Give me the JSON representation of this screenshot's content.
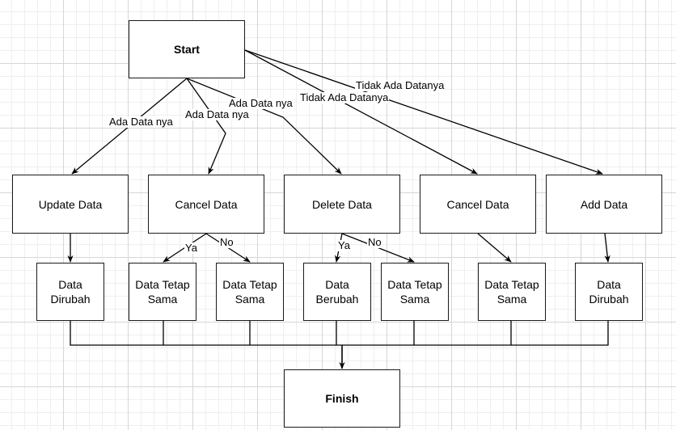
{
  "diagram": {
    "nodes": {
      "start": "Start",
      "update": "Update Data",
      "cancel1": "Cancel Data",
      "delete": "Delete Data",
      "cancel2": "Cancel Data",
      "add": "Add Data",
      "dirubah1": "Data\nDirubah",
      "tetap1": "Data Tetap\nSama",
      "tetap2": "Data Tetap\nSama",
      "berubah": "Data\nBerubah",
      "tetap3": "Data Tetap\nSama",
      "tetap4": "Data Tetap\nSama",
      "dirubah2": "Data\nDirubah",
      "finish": "Finish"
    },
    "edge_labels": {
      "ada1": "Ada Data nya",
      "ada2": "Ada Data nya",
      "ada3": "Ada Data nya",
      "tidak1": "Tidak Ada Datanya",
      "tidak2": "Tidak Ada Datanya",
      "ya1": "Ya",
      "no1": "No",
      "ya2": "Ya",
      "no2": "No"
    }
  }
}
